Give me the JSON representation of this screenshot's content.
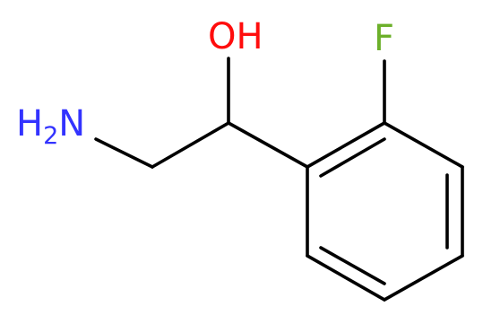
{
  "molecule": {
    "atoms": {
      "amine": {
        "symbol": "N",
        "prefix": "H",
        "subscript": "2",
        "color": "#3333ff"
      },
      "hydroxyl": {
        "text": "OH",
        "color": "#ff0d0d"
      },
      "fluorine": {
        "text": "F",
        "color": "#6cb02a"
      }
    },
    "bond_color": "#000000"
  }
}
